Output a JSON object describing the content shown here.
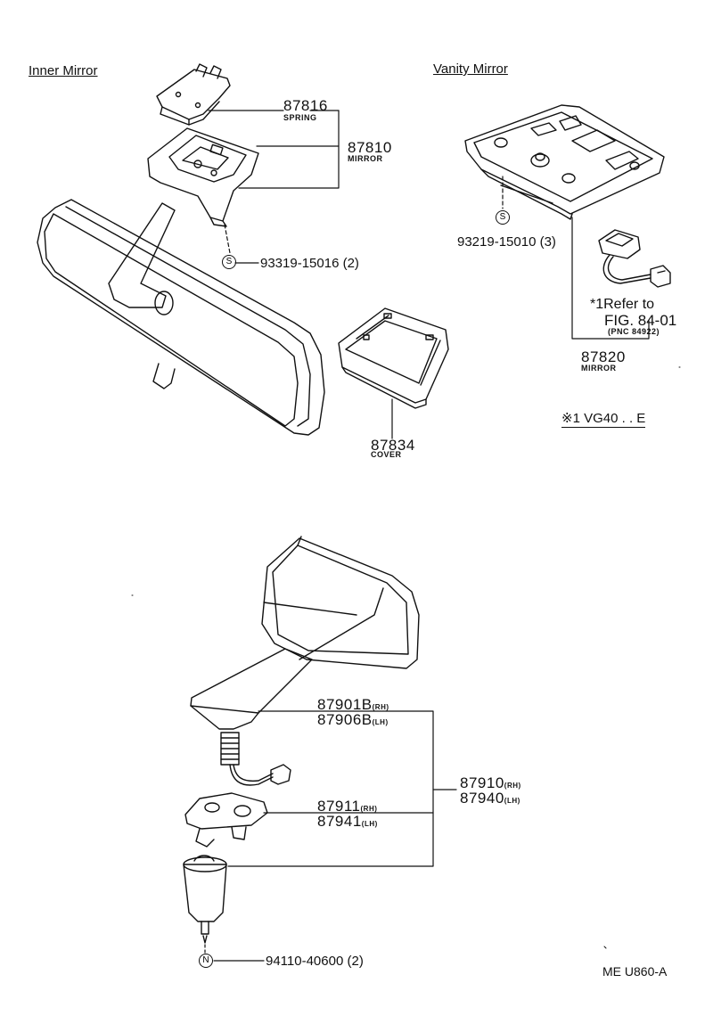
{
  "sections": {
    "inner_mirror_title": "Inner Mirror",
    "vanity_mirror_title": "Vanity Mirror"
  },
  "parts": {
    "p87816": {
      "number": "87816",
      "name": "SPRING"
    },
    "p87810": {
      "number": "87810",
      "name": "MIRROR"
    },
    "p93319": {
      "number": "93319-15016",
      "qty": "(2)",
      "symbol": "S"
    },
    "p87834": {
      "number": "87834",
      "name": "COVER"
    },
    "p93219": {
      "number": "93219-15010",
      "qty": "(3)",
      "symbol": "S"
    },
    "p87820": {
      "number": "87820",
      "name": "MIRROR"
    },
    "p87901": {
      "number": "87901B",
      "side": "(RH)"
    },
    "p87906": {
      "number": "87906B",
      "side": "(LH)"
    },
    "p87910": {
      "number": "87910",
      "side": "(RH)"
    },
    "p87940": {
      "number": "87940",
      "side": "(LH)"
    },
    "p87911": {
      "number": "87911",
      "side": "(RH)"
    },
    "p87941": {
      "number": "87941",
      "side": "(LH)"
    },
    "p94110": {
      "number": "94110-40600",
      "qty": "(2)",
      "symbol": "N"
    }
  },
  "notes": {
    "refer_line1": "*1Refer to",
    "refer_line2": "FIG. 84-01",
    "refer_line3": "(PNC 84922)",
    "footnote": "※1 VG40 . . E",
    "figure_code": "ME U860-A"
  }
}
